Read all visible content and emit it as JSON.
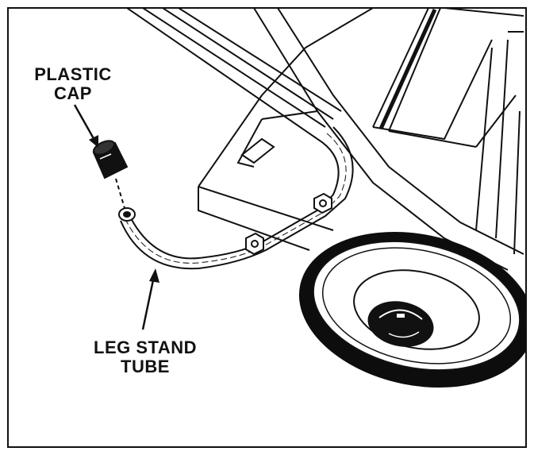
{
  "labels": {
    "plastic_cap": {
      "line1": "PLASTIC",
      "line2": "CAP"
    },
    "leg_stand_tube": {
      "line1": "LEG STAND",
      "line2": "TUBE"
    }
  },
  "colors": {
    "ink": "#111111",
    "paper": "#ffffff",
    "tire": "#0d0d0d"
  }
}
